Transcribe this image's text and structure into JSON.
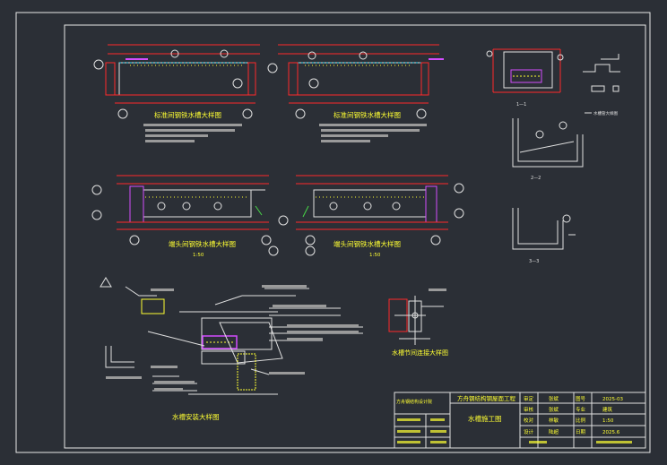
{
  "colors": {
    "background": "#2b2f36",
    "paper_border": "#e8e8e8",
    "white_line": "#e0e0e0",
    "red_line": "#ff2a2a",
    "yellow_text": "#ffff33",
    "magenta": "#d34dff",
    "cyan": "#39e6ff",
    "green": "#48d848",
    "gray": "#8a8a8a"
  },
  "views": {
    "v1": {
      "title": "标准间钢铁水槽大样图"
    },
    "v2": {
      "title": "标准间钢铁水槽大样图"
    },
    "v3": {
      "title": "端头间钢铁水槽大样图",
      "subtitle": "1:50"
    },
    "v4": {
      "title": "端头间钢铁水槽大样图",
      "subtitle": "1:50"
    },
    "v5": {
      "title": "水槽安装大样图"
    },
    "v6": {
      "title": "水槽节间连接大样图"
    },
    "sec11": {
      "label": "1—1"
    },
    "sec22": {
      "label": "2—2"
    },
    "sec33": {
      "label": "3—3"
    },
    "gutter_detail": {
      "label": "水槽管大样图"
    }
  },
  "title_block": {
    "design_institute": "方舟钢结构设计院",
    "project_name": "方舟钢结构钢屋面工程",
    "drawing_name": "水槽施工图",
    "rows": [
      {
        "role": "审定",
        "name": "张斌"
      },
      {
        "role": "审核",
        "name": "张斌"
      },
      {
        "role": "校对",
        "name": "林敏"
      },
      {
        "role": "设计",
        "name": "陆超"
      }
    ],
    "meta": [
      {
        "k": "图号",
        "v": "2025-03"
      },
      {
        "k": "专业",
        "v": "建筑"
      },
      {
        "k": "比例",
        "v": "1:50"
      },
      {
        "k": "日期",
        "v": "2025.6"
      }
    ]
  }
}
